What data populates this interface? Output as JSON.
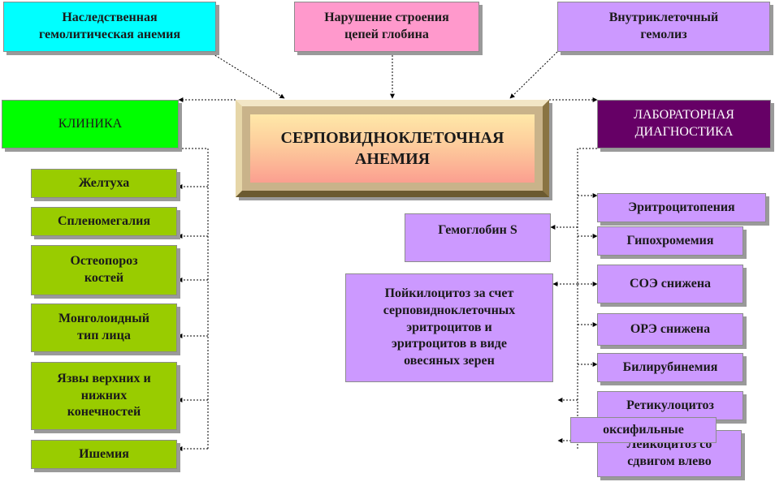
{
  "top_boxes": {
    "hereditary": "Наследственная\nгемолитическая анемия",
    "globin": "Нарушение  строения\nцепей глобина",
    "intracellular": "Внутриклеточный\nгемолиз"
  },
  "center": "СЕРПОВИДНОКЛЕТОЧНАЯ\nАНЕМИЯ",
  "clinic": {
    "header": "КЛИНИКА",
    "items": [
      "Желтуха",
      "Спленомегалия",
      "Остеопороз\nкостей",
      "Монголоидный\nтип лица",
      "Язвы верхних и\nнижних\nконечностей",
      "Ишемия"
    ]
  },
  "lab": {
    "header": "ЛАБОРАТОРНАЯ\nДИАГНОСТИКА",
    "findings": [
      "Гемоглобин  S",
      "Пойкилоцитоз за счет\nсерповидноклеточных\nэритроцитов  и\nэритроцитов в виде\nовесяных зерен"
    ],
    "items": [
      "Эритроцитопения",
      "Гипохромемия",
      "СОЭ снижена",
      "ОРЭ снижена",
      "Билирубинемия",
      "Ретикулоцитоз",
      "Лейкоцитоз со\nсдвигом влево"
    ],
    "overlay": "оксифильные"
  },
  "colors": {
    "cyan": "#00ffff",
    "pink": "#ff99cc",
    "lavender": "#cc99ff",
    "green": "#00ff00",
    "purple": "#660066",
    "olive": "#99cc00"
  }
}
